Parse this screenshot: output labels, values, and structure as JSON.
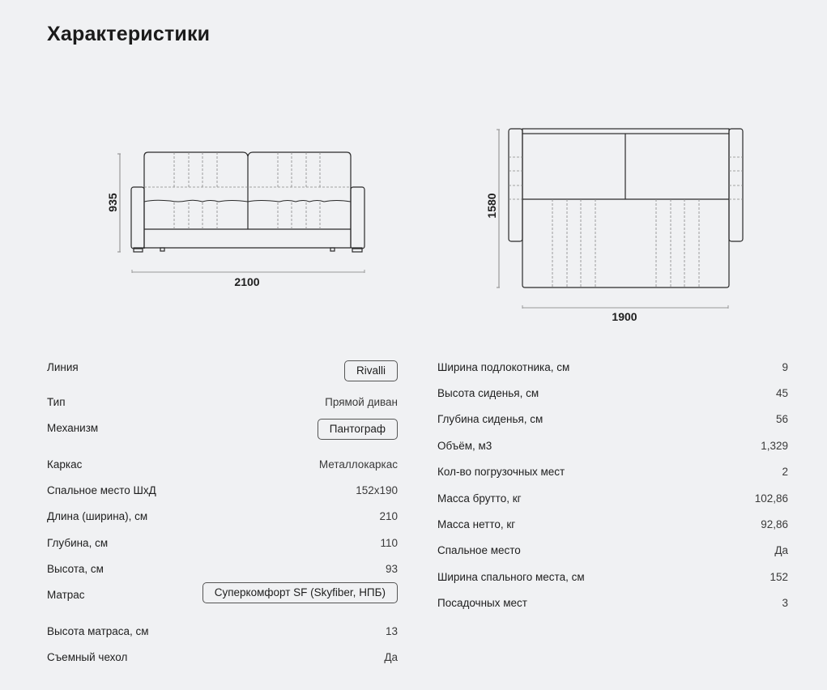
{
  "page": {
    "title": "Характеристики"
  },
  "drawings": {
    "front": {
      "height_label": "935",
      "width_label": "2100"
    },
    "top": {
      "depth_label": "1580",
      "width_label": "1900"
    }
  },
  "specs_left": [
    {
      "label": "Линия",
      "value": "Rivalli",
      "chip": true
    },
    {
      "label": "Тип",
      "value": "Прямой диван",
      "chip": false
    },
    {
      "label": "Механизм",
      "value": "Пантограф",
      "chip": true
    },
    {
      "label": "Каркас",
      "value": "Металлокаркас",
      "chip": false
    },
    {
      "label": "Спальное место ШхД",
      "value": "152x190",
      "chip": false
    },
    {
      "label": "Длина (ширина), см",
      "value": "210",
      "chip": false
    },
    {
      "label": "Глубина, см",
      "value": "110",
      "chip": false
    },
    {
      "label": "Высота, см",
      "value": "93",
      "chip": false
    },
    {
      "label": "Матрас",
      "value": "Суперкомфорт SF (Skyfiber, НПБ)",
      "chip": true
    },
    {
      "label": "Высота матраса, см",
      "value": "13",
      "chip": false
    },
    {
      "label": "Съемный чехол",
      "value": "Да",
      "chip": false
    }
  ],
  "specs_right": [
    {
      "label": "Ширина подлокотника, см",
      "value": "9"
    },
    {
      "label": "Высота сиденья, см",
      "value": "45"
    },
    {
      "label": "Глубина сиденья, см",
      "value": "56"
    },
    {
      "label": "Объём, м3",
      "value": "1,329"
    },
    {
      "label": "Кол-во погрузочных мест",
      "value": "2"
    },
    {
      "label": "Масса брутто, кг",
      "value": "102,86"
    },
    {
      "label": "Масса нетто, кг",
      "value": "92,86"
    },
    {
      "label": "Спальное место",
      "value": "Да"
    },
    {
      "label": "Ширина спального места, см",
      "value": "152"
    },
    {
      "label": "Посадочных мест",
      "value": "3"
    }
  ]
}
